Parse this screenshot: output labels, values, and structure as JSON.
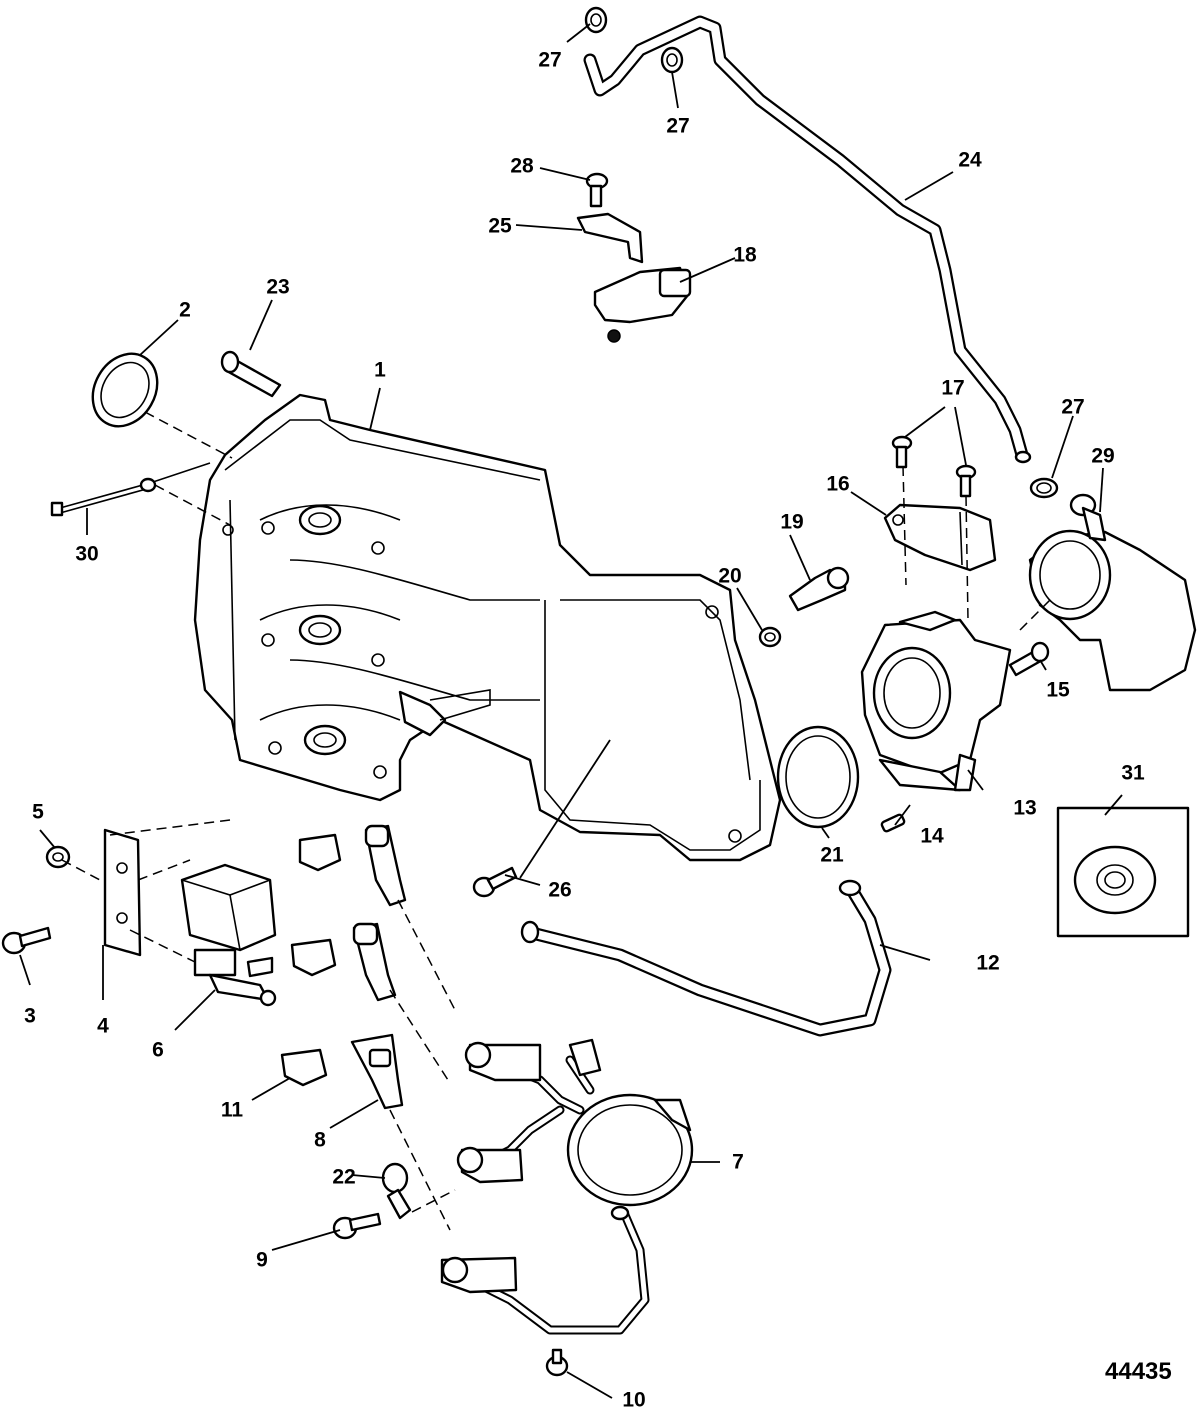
{
  "figure_number": "44435",
  "callouts": [
    {
      "id": "c1",
      "label": "1"
    },
    {
      "id": "c2",
      "label": "2"
    },
    {
      "id": "c3",
      "label": "3"
    },
    {
      "id": "c4",
      "label": "4"
    },
    {
      "id": "c5",
      "label": "5"
    },
    {
      "id": "c6",
      "label": "6"
    },
    {
      "id": "c7",
      "label": "7"
    },
    {
      "id": "c8",
      "label": "8"
    },
    {
      "id": "c9",
      "label": "9"
    },
    {
      "id": "c10",
      "label": "10"
    },
    {
      "id": "c11",
      "label": "11"
    },
    {
      "id": "c12",
      "label": "12"
    },
    {
      "id": "c13",
      "label": "13"
    },
    {
      "id": "c14",
      "label": "14"
    },
    {
      "id": "c15",
      "label": "15"
    },
    {
      "id": "c16",
      "label": "16"
    },
    {
      "id": "c17",
      "label": "17"
    },
    {
      "id": "c18",
      "label": "18"
    },
    {
      "id": "c19",
      "label": "19"
    },
    {
      "id": "c20",
      "label": "20"
    },
    {
      "id": "c21",
      "label": "21"
    },
    {
      "id": "c22",
      "label": "22"
    },
    {
      "id": "c23",
      "label": "23"
    },
    {
      "id": "c24",
      "label": "24"
    },
    {
      "id": "c25",
      "label": "25"
    },
    {
      "id": "c26",
      "label": "26"
    },
    {
      "id": "c27a",
      "label": "27"
    },
    {
      "id": "c27b",
      "label": "27"
    },
    {
      "id": "c27c",
      "label": "27"
    },
    {
      "id": "c28",
      "label": "28"
    },
    {
      "id": "c29",
      "label": "29"
    },
    {
      "id": "c30",
      "label": "30"
    },
    {
      "id": "c31",
      "label": "31"
    }
  ]
}
